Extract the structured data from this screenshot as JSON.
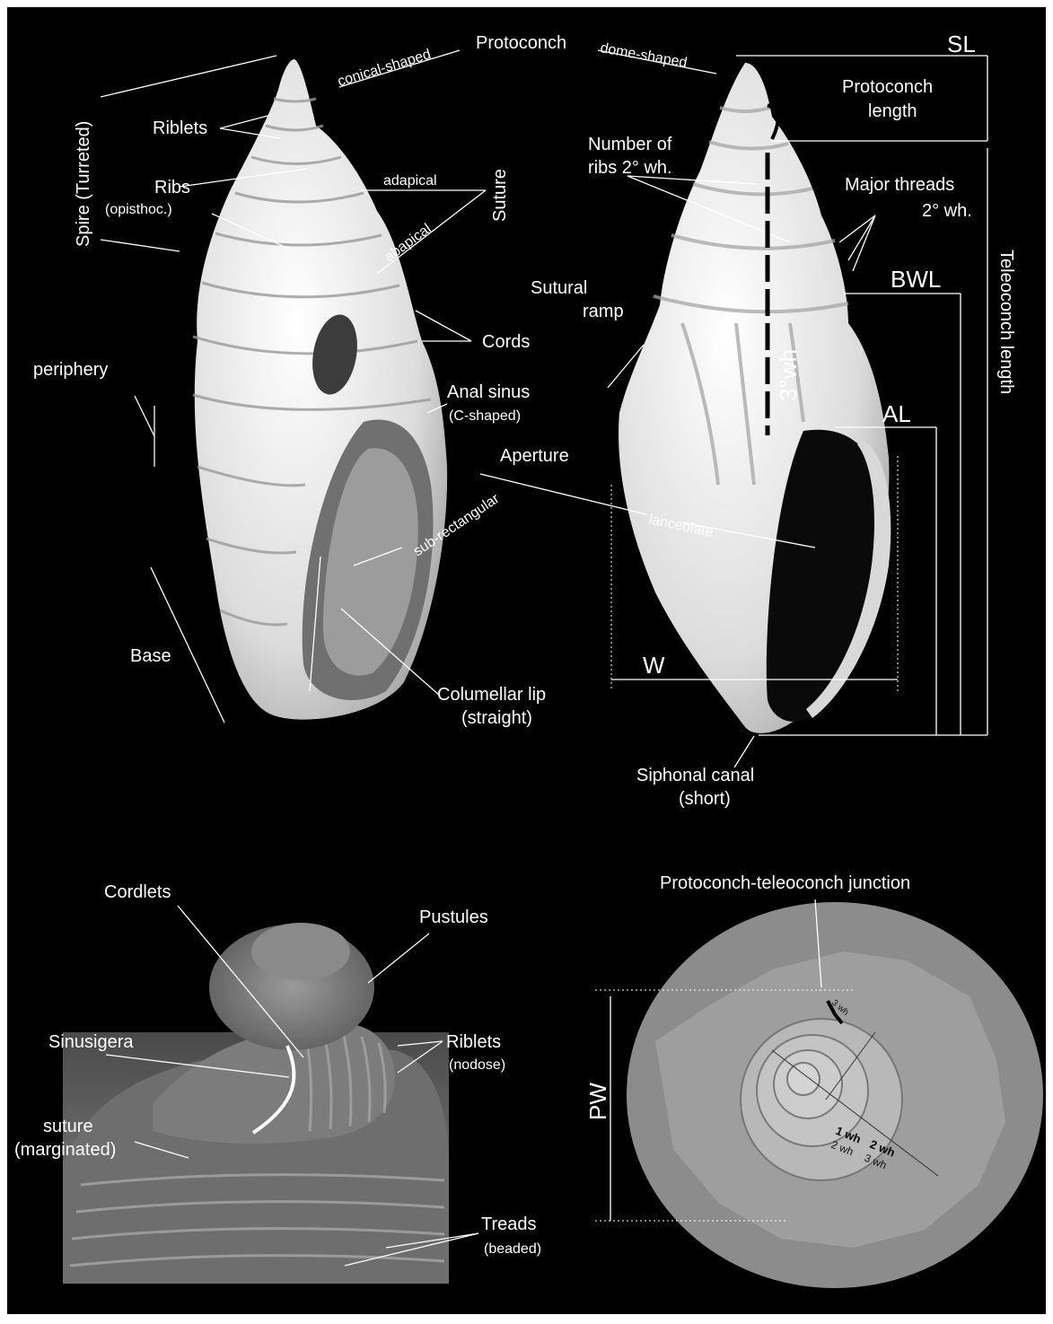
{
  "top_left": {
    "protoconch": "Protoconch",
    "conical_shaped": "conical-shaped",
    "dome_shaped": "dome-shaped",
    "spire": "Spire (Turreted)",
    "riblets": "Riblets",
    "ribs": "Ribs",
    "ribs_sub": "(opisthoc.)",
    "adapical": "adapical",
    "abapical": "abapical",
    "suture": "Suture",
    "cords": "Cords",
    "periphery": "periphery",
    "anal_sinus": "Anal sinus",
    "anal_sinus_sub": "(C-shaped)",
    "aperture": "Aperture",
    "sub_rectangular": "sub-rectangular",
    "base": "Base",
    "columellar_lip": "Columellar lip",
    "columellar_lip_sub": "(straight)"
  },
  "top_right": {
    "sl": "SL",
    "protoconch_length_1": "Protoconch",
    "protoconch_length_2": "length",
    "number_of_1": "Number of",
    "number_of_2": "ribs 2° wh.",
    "major_threads_1": "Major threads",
    "major_threads_2": "2° wh.",
    "sutural_1": "Sutural",
    "sutural_2": "ramp",
    "bwl": "BWL",
    "teleoconch_length": "Teleoconch length",
    "wh3": "3°wh",
    "al": "AL",
    "lanceolate": "lanceolate",
    "w": "W",
    "siphonal_1": "Siphonal canal",
    "siphonal_2": "(short)"
  },
  "bottom_left": {
    "cordlets": "Cordlets",
    "pustules": "Pustules",
    "sinusigera": "Sinusigera",
    "riblets": "Riblets",
    "riblets_sub": "(nodose)",
    "suture": "suture",
    "suture_sub": "(marginated)",
    "treads": "Treads",
    "treads_sub": "(beaded)"
  },
  "bottom_right": {
    "junction": "Protoconch-teleoconch junction",
    "pw": "PW",
    "wh_1": "1 wh",
    "wh_2": "2 wh",
    "wh_2b": "2 wh",
    "wh_3": "3 wh",
    "wh_3b": "3 wh"
  },
  "colors": {
    "background": "#000000",
    "label": "#ffffff",
    "shell": "#e6e6e6"
  }
}
